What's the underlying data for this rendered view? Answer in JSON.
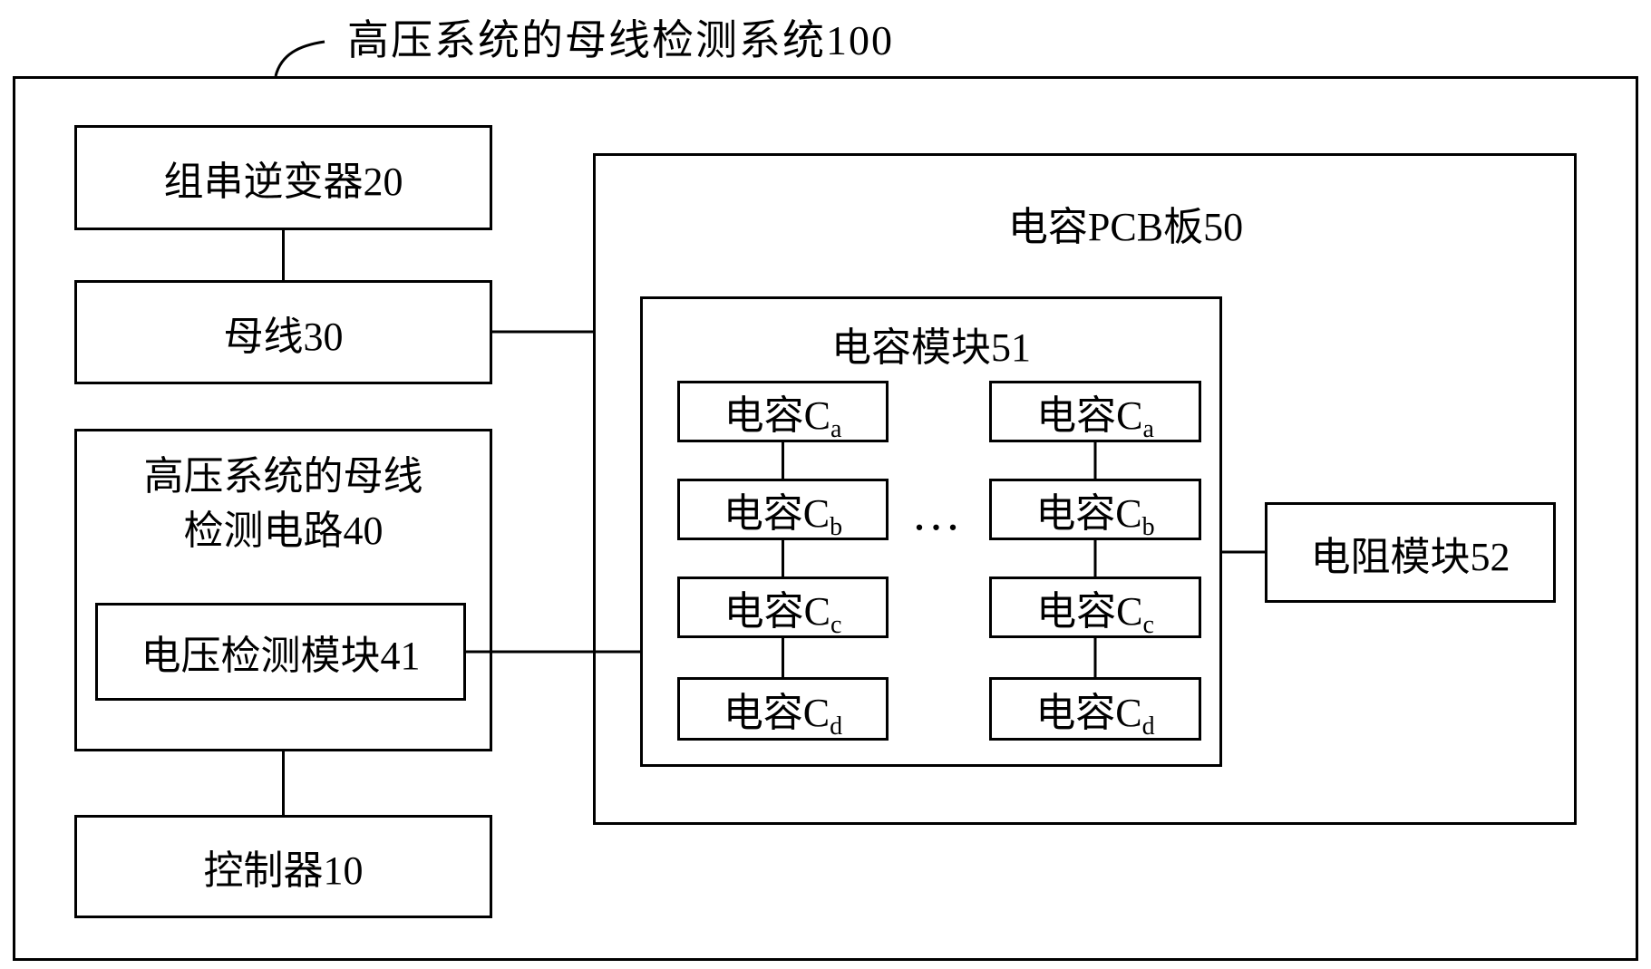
{
  "title": "高压系统的母线检测系统100",
  "left_column": {
    "inverter": "组串逆变器20",
    "busbar": "母线30",
    "detection_circuit": {
      "line1": "高压系统的母线",
      "line2": "检测电路40"
    },
    "voltage_module": "电压检测模块41",
    "controller": "控制器10"
  },
  "pcb": {
    "board_label": "电容PCB板50",
    "cap_module_label": "电容模块51",
    "resistor_module": "电阻模块52",
    "ellipsis": "...",
    "capacitor_prefix": "电容C",
    "capacitor_subscripts": [
      "a",
      "b",
      "c",
      "d"
    ]
  }
}
